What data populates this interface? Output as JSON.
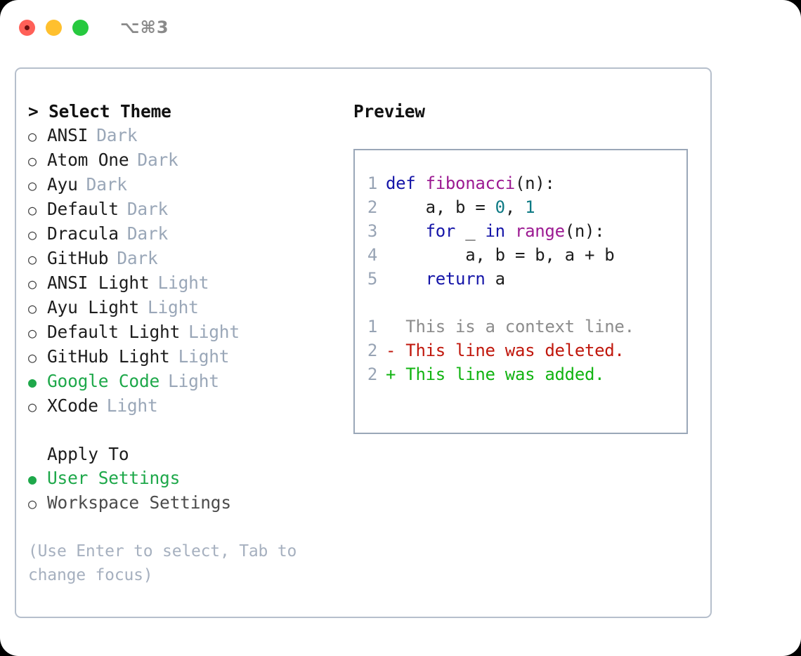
{
  "titlebar": {
    "shortcut": "⌥⌘3",
    "buttons": [
      {
        "name": "close",
        "color": "#ff6058"
      },
      {
        "name": "minimize",
        "color": "#ffc02e"
      },
      {
        "name": "zoom",
        "color": "#27c93f"
      }
    ]
  },
  "theme_picker": {
    "header": "> Select Theme",
    "prompt": ">",
    "selected_bullet": "●",
    "unselected_bullet": "○",
    "selected_color": "#1ea84a",
    "items": [
      {
        "bullet": "○",
        "label": "ANSI",
        "tag": "Dark",
        "selected": false
      },
      {
        "bullet": "○",
        "label": "Atom One",
        "tag": "Dark",
        "selected": false
      },
      {
        "bullet": "○",
        "label": "Ayu",
        "tag": "Dark",
        "selected": false
      },
      {
        "bullet": "○",
        "label": "Default",
        "tag": "Dark",
        "selected": false
      },
      {
        "bullet": "○",
        "label": "Dracula",
        "tag": "Dark",
        "selected": false
      },
      {
        "bullet": "○",
        "label": "GitHub",
        "tag": "Dark",
        "selected": false
      },
      {
        "bullet": "○",
        "label": "ANSI Light",
        "tag": "Light",
        "selected": false
      },
      {
        "bullet": "○",
        "label": "Ayu Light",
        "tag": "Light",
        "selected": false
      },
      {
        "bullet": "○",
        "label": "Default Light",
        "tag": "Light",
        "selected": false
      },
      {
        "bullet": "○",
        "label": "GitHub Light",
        "tag": "Light",
        "selected": false
      },
      {
        "bullet": "●",
        "label": "Google Code",
        "tag": "Light",
        "selected": true
      },
      {
        "bullet": "○",
        "label": "XCode",
        "tag": "Light",
        "selected": false
      }
    ]
  },
  "apply_to": {
    "title": "Apply To",
    "items": [
      {
        "bullet": "●",
        "label": "User Settings",
        "selected": true
      },
      {
        "bullet": "○",
        "label": "Workspace Settings",
        "selected": false
      }
    ]
  },
  "hint": "(Use Enter to select, Tab to change focus)",
  "preview": {
    "title": "Preview",
    "code_lines": [
      {
        "number": "1",
        "tokens": [
          {
            "text": "def ",
            "type": "kw"
          },
          {
            "text": "fibonacci",
            "type": "fn"
          },
          {
            "text": "(n):",
            "type": "pl"
          }
        ]
      },
      {
        "number": "2",
        "tokens": [
          {
            "text": "    a, b = ",
            "type": "pl"
          },
          {
            "text": "0",
            "type": "num"
          },
          {
            "text": ", ",
            "type": "pl"
          },
          {
            "text": "1",
            "type": "num"
          }
        ]
      },
      {
        "number": "3",
        "tokens": [
          {
            "text": "    ",
            "type": "pl"
          },
          {
            "text": "for",
            "type": "kw"
          },
          {
            "text": " _ ",
            "type": "pl"
          },
          {
            "text": "in",
            "type": "kw"
          },
          {
            "text": " ",
            "type": "pl"
          },
          {
            "text": "range",
            "type": "fn"
          },
          {
            "text": "(n):",
            "type": "pl"
          }
        ]
      },
      {
        "number": "4",
        "tokens": [
          {
            "text": "        a, b = b, a + b",
            "type": "pl"
          }
        ]
      },
      {
        "number": "5",
        "tokens": [
          {
            "text": "    ",
            "type": "pl"
          },
          {
            "text": "return",
            "type": "kw"
          },
          {
            "text": " a",
            "type": "pl"
          }
        ]
      }
    ],
    "diff_lines": [
      {
        "number": "1",
        "marker": " ",
        "text": "  This is a context line.",
        "type": "ctx"
      },
      {
        "number": "2",
        "marker": "-",
        "text": "- This line was deleted.",
        "type": "del"
      },
      {
        "number": "2",
        "marker": "+",
        "text": "+ This line was added.",
        "type": "add"
      }
    ],
    "colors": {
      "keyword": "#1515a8",
      "function": "#9c1a92",
      "number": "#0e7a84",
      "plain": "#1d1d1d",
      "line_number": "#97a3b4",
      "diff_context": "#8c8c8c",
      "diff_deleted": "#c0170c",
      "diff_added": "#12b412",
      "border": "#9aa7b8"
    }
  }
}
